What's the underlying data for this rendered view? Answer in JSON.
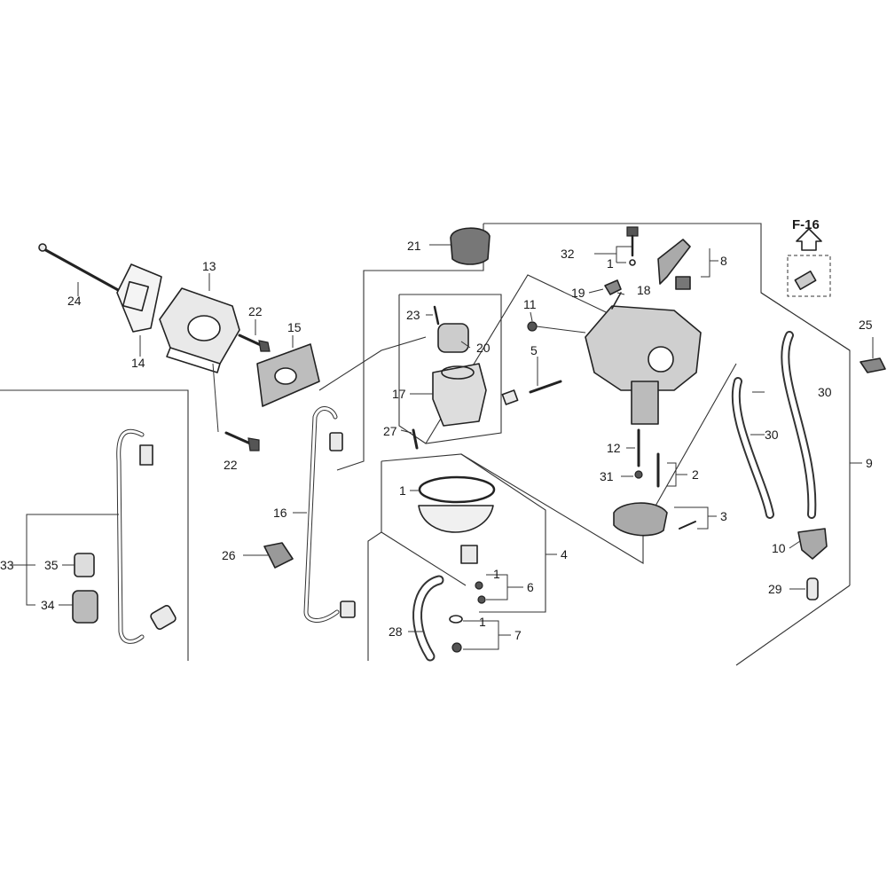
{
  "diagram": {
    "ref_code": "F-16",
    "part_numbers": {
      "p1a": "1",
      "p1b": "1",
      "p1c": "1",
      "p1d": "1",
      "p2": "2",
      "p3": "3",
      "p4": "4",
      "p5": "5",
      "p6": "6",
      "p7": "7",
      "p8": "8",
      "p9": "9",
      "p10": "10",
      "p11": "11",
      "p12": "12",
      "p13": "13",
      "p14": "14",
      "p15": "15",
      "p16": "16",
      "p17": "17",
      "p18": "18",
      "p19": "19",
      "p20": "20",
      "p21": "21",
      "p22a": "22",
      "p22b": "22",
      "p23": "23",
      "p24": "24",
      "p25": "25",
      "p26": "26",
      "p27": "27",
      "p28": "28",
      "p29": "29",
      "p30a": "30",
      "p30b": "30",
      "p31": "31",
      "p32": "32",
      "p33": "33",
      "p34": "34",
      "p35": "35"
    }
  }
}
